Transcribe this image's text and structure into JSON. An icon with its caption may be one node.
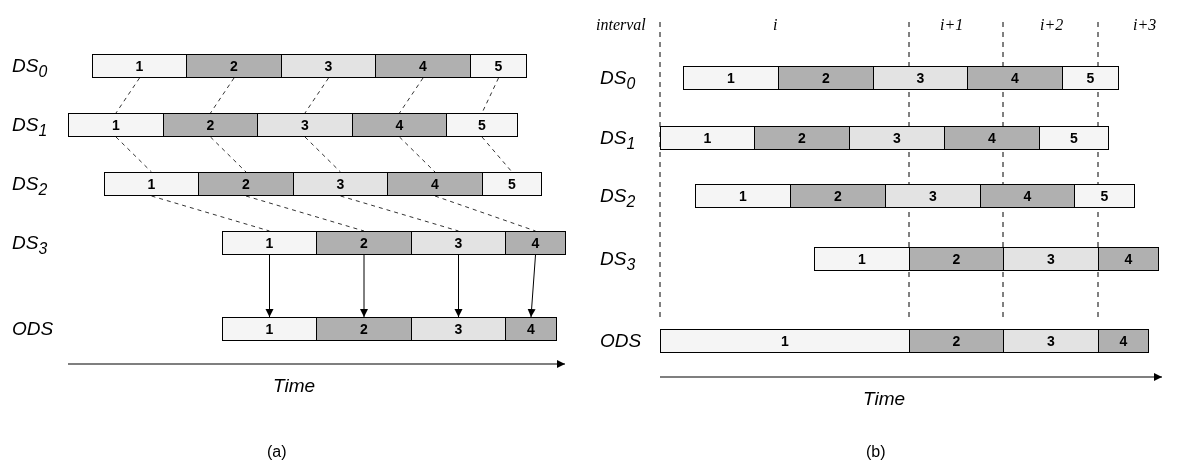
{
  "diagram": {
    "nodes": [
      {
        "text": [
          "1"
        ]
      },
      {
        "text": [
          "2"
        ]
      },
      {
        "text": [
          "3"
        ]
      },
      {
        "text": [
          "4"
        ]
      },
      {
        "text": [
          "5"
        ]
      },
      {
        "text": [
          "1"
        ]
      },
      {
        "text": [
          "2"
        ]
      },
      {
        "text": [
          "3"
        ]
      },
      {
        "text": [
          "4"
        ]
      },
      {
        "text": [
          "5"
        ]
      },
      {
        "text": [
          "1"
        ]
      },
      {
        "text": [
          "2"
        ]
      },
      {
        "text": [
          "3"
        ]
      },
      {
        "text": [
          "4"
        ]
      },
      {
        "text": [
          "5"
        ]
      },
      {
        "text": [
          "1"
        ]
      },
      {
        "text": [
          "2"
        ]
      },
      {
        "text": [
          "3"
        ]
      },
      {
        "text": [
          "4"
        ]
      },
      {
        "text": [
          "1"
        ]
      },
      {
        "text": [
          "2"
        ]
      },
      {
        "text": [
          "3"
        ]
      },
      {
        "text": [
          "4"
        ]
      },
      {
        "text": [
          "1"
        ]
      },
      {
        "text": [
          "2"
        ]
      },
      {
        "text": [
          "3"
        ]
      },
      {
        "text": [
          "4"
        ]
      },
      {
        "text": [
          "5"
        ]
      },
      {
        "text": [
          "1"
        ]
      },
      {
        "text": [
          "2"
        ]
      },
      {
        "text": [
          "3"
        ]
      },
      {
        "text": [
          "4"
        ]
      },
      {
        "text": [
          "5"
        ]
      },
      {
        "text": [
          "1"
        ]
      },
      {
        "text": [
          "2"
        ]
      },
      {
        "text": [
          "3"
        ]
      },
      {
        "text": [
          "4"
        ]
      },
      {
        "text": [
          "5"
        ]
      },
      {
        "text": [
          "1"
        ]
      },
      {
        "text": [
          "2"
        ]
      },
      {
        "text": [
          "3"
        ]
      },
      {
        "text": [
          "4"
        ]
      },
      {
        "text": [
          "1"
        ]
      },
      {
        "text": [
          "2"
        ]
      },
      {
        "text": [
          "3"
        ]
      },
      {
        "text": [
          "4"
        ]
      }
    ],
    "edges": [
      {
        "from": 0,
        "to": 5,
        "arrow": "none",
        "style": "dashed"
      },
      {
        "from": 1,
        "to": 6,
        "arrow": "none",
        "style": "dashed"
      },
      {
        "from": 2,
        "to": 7,
        "arrow": "none",
        "style": "dashed"
      },
      {
        "from": 3,
        "to": 8,
        "arrow": "none",
        "style": "dashed"
      },
      {
        "from": 4,
        "to": 9,
        "arrow": "none",
        "style": "dashed"
      },
      {
        "from": 5,
        "to": 10,
        "arrow": "none",
        "style": "dashed"
      },
      {
        "from": 6,
        "to": 11,
        "arrow": "none",
        "style": "dashed"
      },
      {
        "from": 7,
        "to": 12,
        "arrow": "none",
        "style": "dashed"
      },
      {
        "from": 8,
        "to": 13,
        "arrow": "none",
        "style": "dashed"
      },
      {
        "from": 9,
        "to": 14,
        "arrow": "none",
        "style": "dashed"
      },
      {
        "from": 10,
        "to": 15,
        "arrow": "none",
        "style": "dashed"
      },
      {
        "from": 11,
        "to": 16,
        "arrow": "none",
        "style": "dashed"
      },
      {
        "from": 12,
        "to": 17,
        "arrow": "none",
        "style": "dashed"
      },
      {
        "from": 13,
        "to": 18,
        "arrow": "none",
        "style": "dashed"
      },
      {
        "from": 15,
        "to": 19,
        "arrow": "to"
      },
      {
        "from": 16,
        "to": 20,
        "arrow": "to"
      },
      {
        "from": 17,
        "to": 21,
        "arrow": "to"
      },
      {
        "from": 18,
        "to": 22,
        "arrow": "to"
      }
    ],
    "labels": [
      "DS$_{0}$",
      "DS$_{1}$",
      "DS$_{2}$",
      "DS$_{3}$",
      "ODS",
      "Time",
      "(a)",
      "interval",
      "i",
      "i+1",
      "i+2",
      "i+3",
      "DS$_{0}$",
      "DS$_{1}$",
      "DS$_{2}$",
      "DS$_{3}$",
      "ODS",
      "Time",
      "(b)"
    ]
  }
}
